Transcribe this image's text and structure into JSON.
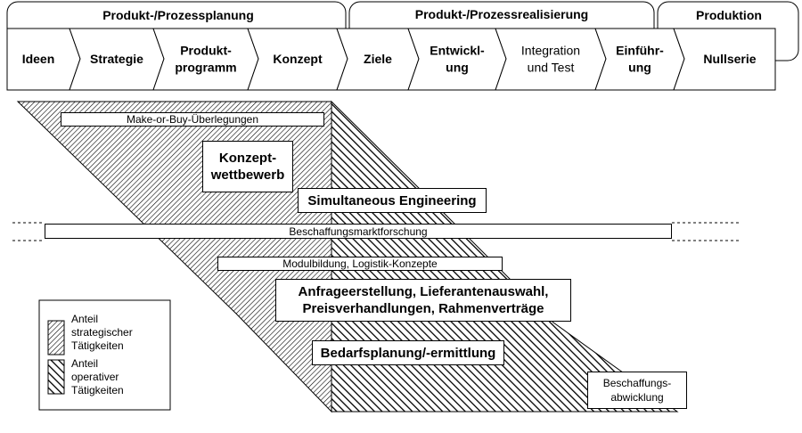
{
  "phases": [
    {
      "label": "Produkt-/Prozessplanung"
    },
    {
      "label": "Produkt-/Prozessrealisierung"
    },
    {
      "label": "Produktion"
    }
  ],
  "steps": [
    {
      "lines": [
        "Ideen"
      ]
    },
    {
      "lines": [
        "Strategie"
      ]
    },
    {
      "lines": [
        "Produkt-",
        "programm"
      ]
    },
    {
      "lines": [
        "Konzept"
      ]
    },
    {
      "lines": [
        "Ziele"
      ]
    },
    {
      "lines": [
        "Entwickl-",
        "ung"
      ]
    },
    {
      "lines": [
        "Integration",
        "und Test"
      ]
    },
    {
      "lines": [
        "Einführ-",
        "ung"
      ]
    },
    {
      "lines": [
        "Nullserie"
      ]
    }
  ],
  "activities": {
    "make_or_buy": "Make-or-Buy-Überlegungen",
    "konzept_line1": "Konzept-",
    "konzept_line2": "wettbewerb",
    "simultaneous": "Simultaneous Engineering",
    "marktforschung": "Beschaffungsmarktforschung",
    "modulbildung": "Modulbildung, Logistik-Konzepte",
    "anfrage_line1": "Anfrageerstellung, Lieferantenauswahl,",
    "anfrage_line2": "Preisverhandlungen, Rahmenverträge",
    "bedarf": "Bedarfsplanung/-ermittlung",
    "abwicklung_line1": "Beschaffungs-",
    "abwicklung_line2": "abwicklung"
  },
  "legend": {
    "strategic_line1": "Anteil",
    "strategic_line2": "strategischer",
    "strategic_line3": "Tätigkeiten",
    "operative_line1": "Anteil",
    "operative_line2": "operativer",
    "operative_line3": "Tätigkeiten"
  }
}
